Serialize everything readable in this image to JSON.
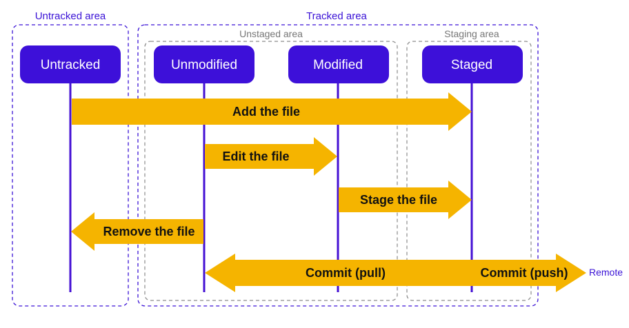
{
  "colors": {
    "accent": "#3a12d6",
    "state_box": "#3d10d9",
    "lifeline": "#4410d4",
    "arrow_fill": "#f5b400",
    "subarea_border": "#8a8a8a",
    "subarea_text": "#777777",
    "arrow_text": "#111111"
  },
  "areas": {
    "untracked": "Untracked area",
    "tracked": "Tracked area",
    "unstaged": "Unstaged area",
    "staging": "Staging area"
  },
  "states": {
    "untracked": "Untracked",
    "unmodified": "Unmodified",
    "modified": "Modified",
    "staged": "Staged"
  },
  "actions": {
    "add": "Add the file",
    "edit": "Edit the file",
    "stage": "Stage the file",
    "remove": "Remove the file",
    "commit_pull": "Commit (pull)",
    "commit_push": "Commit (push)"
  },
  "remote": "Remote"
}
